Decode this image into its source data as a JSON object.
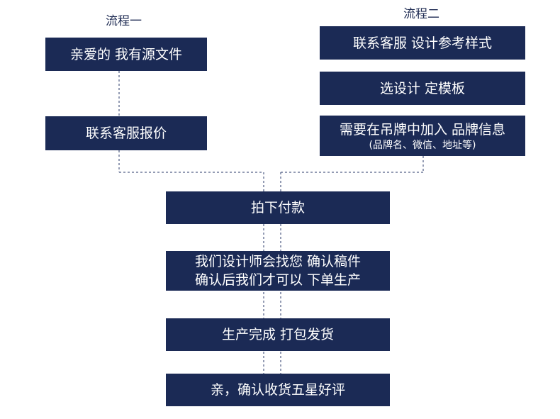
{
  "flow1": {
    "label": "流程一",
    "steps": [
      "亲爱的 我有源文件",
      "联系客服报价"
    ]
  },
  "flow2": {
    "label": "流程二",
    "steps": [
      "联系客服 设计参考样式",
      "选设计 定模板"
    ],
    "brand_step": {
      "line1": "需要在吊牌中加入 品牌信息",
      "line2": "(品牌名、微信、地址等)"
    }
  },
  "shared": {
    "pay": "拍下付款",
    "confirm": {
      "line1": "我们设计师会找您 确认稿件",
      "line2": "确认后我们才可以 下单生产"
    },
    "ship": "生产完成 打包发货",
    "review": "亲，确认收货五星好评"
  },
  "colors": {
    "box_fill": "#1b2a55",
    "box_text": "#ffffff",
    "connector": "#2a3a6a",
    "label_text": "#1d2a52"
  }
}
